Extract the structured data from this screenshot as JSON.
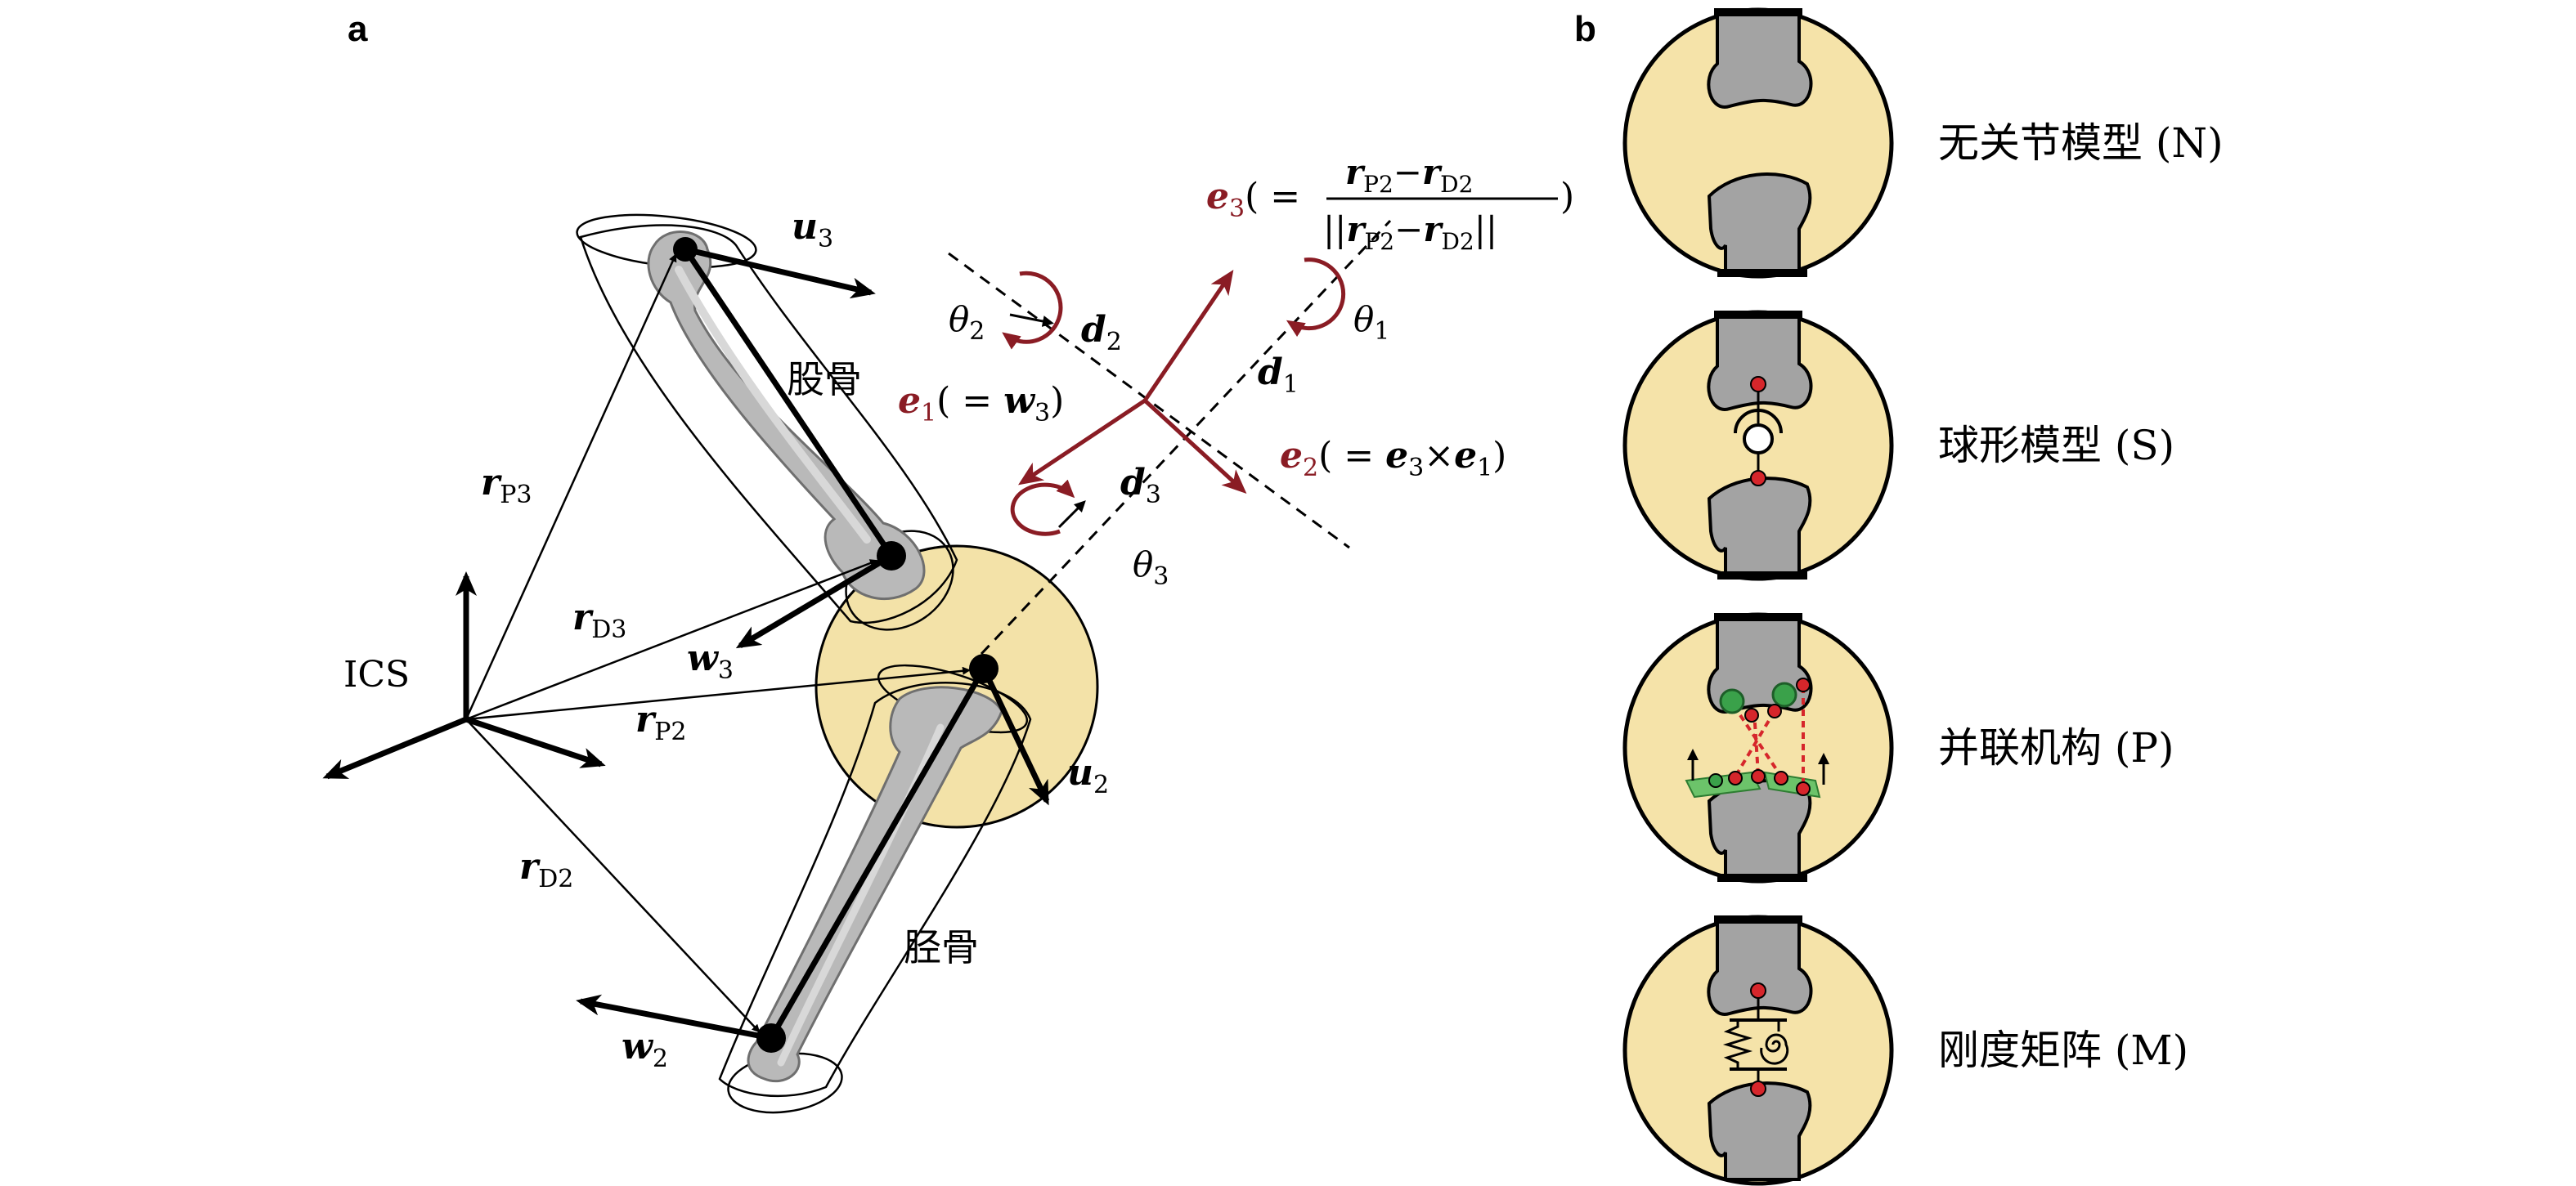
{
  "panel_a": {
    "panel_label": "a",
    "ics_label": "ICS",
    "femur_label": "股骨",
    "tibia_label": "胫骨",
    "vectors": {
      "u3": {
        "base": "u",
        "sub": "3"
      },
      "u2": {
        "base": "u",
        "sub": "2"
      },
      "w3": {
        "base": "w",
        "sub": "3"
      },
      "w2": {
        "base": "w",
        "sub": "2"
      },
      "rP3": {
        "base": "r",
        "sub": "P3"
      },
      "rD3": {
        "base": "r",
        "sub": "D3"
      },
      "rP2": {
        "base": "r",
        "sub": "P2"
      },
      "rD2": {
        "base": "r",
        "sub": "D2"
      },
      "d1": {
        "base": "d",
        "sub": "1"
      },
      "d2": {
        "base": "d",
        "sub": "2"
      },
      "d3": {
        "base": "d",
        "sub": "3"
      }
    },
    "angles": {
      "theta1": {
        "base": "θ",
        "sub": "1"
      },
      "theta2": {
        "base": "θ",
        "sub": "2"
      },
      "theta3": {
        "base": "θ",
        "sub": "3"
      }
    },
    "axes": {
      "e1": {
        "base": "e",
        "sub": "1",
        "def_open": "( = ",
        "def_base": "w",
        "def_sub": "3",
        "def_close": ")"
      },
      "e2": {
        "base": "e",
        "sub": "2",
        "def_open": "( = ",
        "def_a": "e",
        "def_a_sub": "3",
        "def_op": "×",
        "def_b": "e",
        "def_b_sub": "1",
        "def_close": ")"
      },
      "e3": {
        "base": "e",
        "sub": "3",
        "def_open": "( = ",
        "num_a": "r",
        "num_a_sub": "P2",
        "minus": "−",
        "num_b": "r",
        "num_b_sub": "D2",
        "den_bars": "||",
        "def_close": ")"
      }
    },
    "colors": {
      "accent_red": "#8a1c24",
      "joint_fill": "#f3e2a8",
      "bone_fill": "#b9b9b9",
      "bone_stroke": "#6f6f6f"
    }
  },
  "panel_b": {
    "panel_label": "b",
    "models": [
      {
        "label": "无关节模型 (N)"
      },
      {
        "label": "球形模型 (S)"
      },
      {
        "label": "并联机构 (P)"
      },
      {
        "label": "刚度矩阵 (M)"
      }
    ],
    "colors": {
      "circle_fill": "#f5e3a9",
      "bone_fill": "#a3a3a3",
      "marker_red": "#d6262b",
      "marker_green": "#3aa14a",
      "plate_green": "#6cc36a"
    }
  }
}
